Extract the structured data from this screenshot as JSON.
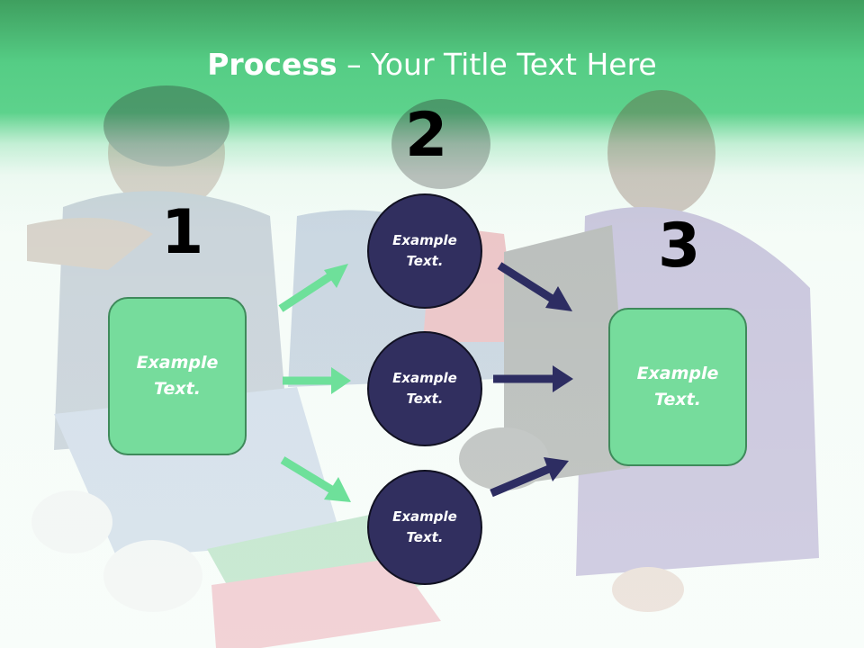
{
  "title": {
    "bold": "Process",
    "rest": " – Your Title Text Here"
  },
  "steps": [
    {
      "number": "1",
      "label": "Example Text."
    },
    {
      "number": "2",
      "label": "Example Text."
    },
    {
      "number": "3",
      "label": "Example Text."
    }
  ],
  "circles": [
    {
      "label": "Example Text."
    },
    {
      "label": "Example Text."
    },
    {
      "label": "Example Text."
    }
  ],
  "colors": {
    "green_box": "#76dc9c",
    "navy_circle": "#312f5f",
    "green_arrow": "#6ee09a",
    "navy_arrow": "#2d2d62",
    "header_green": "#55cd85"
  }
}
